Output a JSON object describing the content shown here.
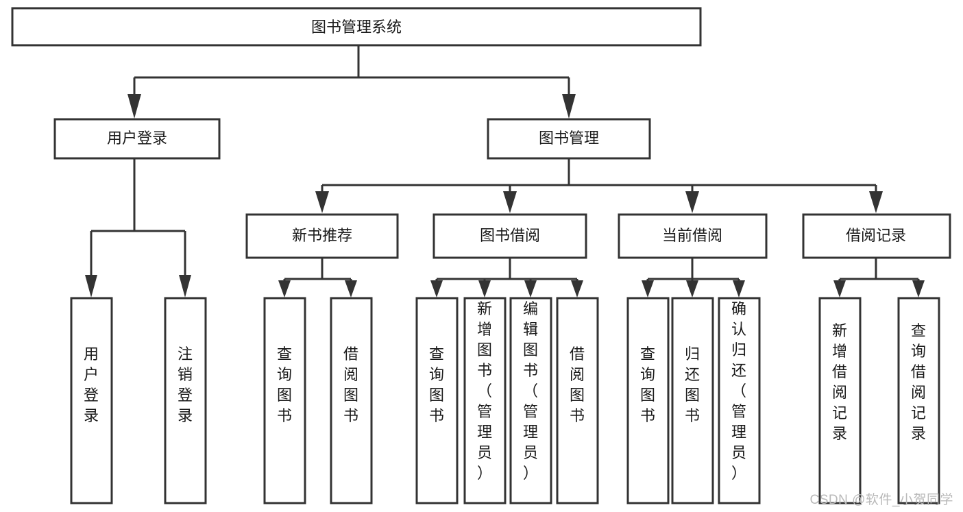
{
  "diagram": {
    "type": "hierarchy-tree",
    "title": "图书管理系统",
    "watermark": "CSDN @软件_小贺同学",
    "colors": {
      "background": "#ffffff",
      "box_fill": "#ffffff",
      "box_stroke": "#333333",
      "text": "#1a1a1a",
      "watermark": "#b9b9b9"
    },
    "levels": [
      {
        "level": 0,
        "nodes": [
          {
            "id": "root",
            "label": "图书管理系统",
            "orientation": "horizontal"
          }
        ]
      },
      {
        "level": 1,
        "nodes": [
          {
            "id": "user-login",
            "label": "用户登录",
            "orientation": "horizontal",
            "parent": "root"
          },
          {
            "id": "book-manage",
            "label": "图书管理",
            "orientation": "horizontal",
            "parent": "root"
          }
        ]
      },
      {
        "level": 2,
        "nodes": [
          {
            "id": "new-book-recommend",
            "label": "新书推荐",
            "orientation": "horizontal",
            "parent": "book-manage"
          },
          {
            "id": "book-borrow",
            "label": "图书借阅",
            "orientation": "horizontal",
            "parent": "book-manage"
          },
          {
            "id": "current-borrow",
            "label": "当前借阅",
            "orientation": "horizontal",
            "parent": "book-manage"
          },
          {
            "id": "borrow-record",
            "label": "借阅记录",
            "orientation": "horizontal",
            "parent": "book-manage"
          }
        ]
      },
      {
        "level": 3,
        "nodes": [
          {
            "id": "leaf-user-login",
            "label": "用户登录",
            "orientation": "vertical",
            "parent": "user-login"
          },
          {
            "id": "leaf-logout",
            "label": "注销登录",
            "orientation": "vertical",
            "parent": "user-login"
          },
          {
            "id": "leaf-query-book-1",
            "label": "查询图书",
            "orientation": "vertical",
            "parent": "new-book-recommend"
          },
          {
            "id": "leaf-borrow-book-1",
            "label": "借阅图书",
            "orientation": "vertical",
            "parent": "new-book-recommend"
          },
          {
            "id": "leaf-query-book-2",
            "label": "查询图书",
            "orientation": "vertical",
            "parent": "book-borrow"
          },
          {
            "id": "leaf-add-book",
            "label": "新增图书（管理员）",
            "orientation": "vertical",
            "parent": "book-borrow"
          },
          {
            "id": "leaf-edit-book",
            "label": "编辑图书（管理员）",
            "orientation": "vertical",
            "parent": "book-borrow"
          },
          {
            "id": "leaf-borrow-book-2",
            "label": "借阅图书",
            "orientation": "vertical",
            "parent": "book-borrow"
          },
          {
            "id": "leaf-query-book-3",
            "label": "查询图书",
            "orientation": "vertical",
            "parent": "current-borrow"
          },
          {
            "id": "leaf-return-book",
            "label": "归还图书",
            "orientation": "vertical",
            "parent": "current-borrow"
          },
          {
            "id": "leaf-confirm-return",
            "label": "确认归还（管理员）",
            "orientation": "vertical",
            "parent": "current-borrow"
          },
          {
            "id": "leaf-add-record",
            "label": "新增借阅记录",
            "orientation": "vertical",
            "parent": "borrow-record"
          },
          {
            "id": "leaf-query-record",
            "label": "查询借阅记录",
            "orientation": "vertical",
            "parent": "borrow-record"
          }
        ]
      }
    ]
  }
}
